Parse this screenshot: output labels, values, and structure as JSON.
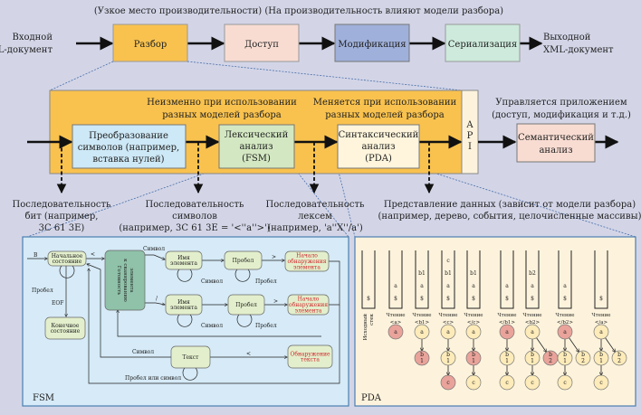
{
  "top": {
    "title": "(Узкое место производительности) (На производительность влияют модели разбора)",
    "input_lines": [
      "Входной",
      "XML-документ"
    ],
    "output_lines": [
      "Выходной",
      "XML-документ"
    ],
    "stages": [
      "Разбор",
      "Доступ",
      "Модификация",
      "Сериализация"
    ]
  },
  "parser": {
    "invariant_lines": [
      "Неизменно при использовании",
      "разных моделей разбора"
    ],
    "variant_lines": [
      "Меняется при использовании",
      "разных моделей разбора"
    ],
    "app_lines": [
      "Управляется приложением",
      "(доступ, модификация и т.д.)"
    ],
    "api_letters": [
      "A",
      "P",
      "I"
    ],
    "char_conv_lines": [
      "Преобразование",
      "символов (например,",
      "вставка нулей)"
    ],
    "lexical_lines": [
      "Лексический",
      "анализ",
      "(FSM)"
    ],
    "syntax_lines": [
      "Синтаксический",
      "анализ",
      "(PDA)"
    ],
    "semantic_lines": [
      "Семантический",
      "анализ"
    ],
    "outputs": [
      [
        "Последовательность",
        "бит (например,",
        "3C 61 3E)"
      ],
      [
        "Последовательность",
        "символов",
        "(например, 3C 61 3E = '<''a''>')"
      ],
      [
        "Последовательность",
        "лексем",
        "(например, 'a''X''/a')"
      ],
      [
        "Представление данных (зависит от модели разбора)",
        "(например, дерево, события, целочисленные массивы)"
      ]
    ]
  },
  "fsm": {
    "label": "FSM",
    "states": {
      "start": [
        "Начальное",
        "состояние"
      ],
      "end": [
        "Конечное",
        "состояние"
      ],
      "ready": [
        "Готовность",
        "к сканированию",
        "элемента"
      ],
      "name1": [
        "Имя",
        "элемента"
      ],
      "space1": [
        "Пробел"
      ],
      "found1": [
        "Начало",
        "обнаружения",
        "элемента"
      ],
      "name2": [
        "Имя",
        "элемента"
      ],
      "space2": [
        "Пробел"
      ],
      "found2": [
        "Начало",
        "обнаружения",
        "элемента"
      ],
      "text": [
        "Текст"
      ],
      "found_text": [
        "Обнаружение",
        "текста"
      ]
    },
    "edges": {
      "b": "B",
      "lt": "<",
      "space_loop": "Пробел",
      "eof": "EOF",
      "symbol_top": "Символ",
      "symbol_loop1": "Символ",
      "space_loop1": "Пробел",
      "gt1": ">",
      "slash": "/",
      "symbol_loop2": "Символ",
      "space_loop2": "Пробел",
      "gt2": ">",
      "symbol_text": "Символ",
      "lt_text": "<",
      "text_loop": "Пробел или символ"
    }
  },
  "pda": {
    "label": "PDA",
    "colors": {
      "active": "#e9a39a",
      "inactive": "#fdebb9"
    },
    "stacks": [
      {
        "label": [
          "Исходный",
          "стек"
        ],
        "items": [
          "$"
        ]
      },
      {
        "label": [
          "Чтение",
          "<a>"
        ],
        "items": [
          "$",
          "a"
        ]
      },
      {
        "label": [
          "Чтение",
          "<b1>"
        ],
        "items": [
          "$",
          "a",
          "b1"
        ]
      },
      {
        "label": [
          "Чтение",
          "<c>"
        ],
        "items": [
          "$",
          "a",
          "b1",
          "c"
        ]
      },
      {
        "label": [
          "Чтение",
          "</c>"
        ],
        "items": [
          "$",
          "a",
          "b1"
        ]
      },
      {
        "label": [
          "Чтение",
          "</b1>"
        ],
        "items": [
          "$",
          "a"
        ]
      },
      {
        "label": [
          "Чтение",
          "<b2>"
        ],
        "items": [
          "$",
          "a",
          "b2"
        ]
      },
      {
        "label": [
          "Чтение",
          "</b2>"
        ],
        "items": [
          "$",
          "a"
        ]
      },
      {
        "label": [
          "Чтение",
          "</a>"
        ],
        "items": [
          "$"
        ]
      }
    ],
    "trees": [
      {
        "nodes": [
          "a"
        ],
        "active": "a"
      },
      {
        "nodes": [
          "a",
          "b1"
        ],
        "active": "b1"
      },
      {
        "nodes": [
          "a",
          "b1",
          "c"
        ],
        "active": "c"
      },
      {
        "nodes": [
          "a",
          "b1",
          "c"
        ],
        "active": "b1"
      },
      {
        "nodes": [
          "a",
          "b1",
          "c"
        ],
        "active": "a"
      },
      {
        "nodes": [
          "a",
          "b1",
          "c",
          "b2"
        ],
        "active": "b2"
      },
      {
        "nodes": [
          "a",
          "b1",
          "c",
          "b2"
        ],
        "active": "a"
      },
      {
        "nodes": [
          "a",
          "b1",
          "c",
          "b2"
        ],
        "active": ""
      }
    ]
  }
}
